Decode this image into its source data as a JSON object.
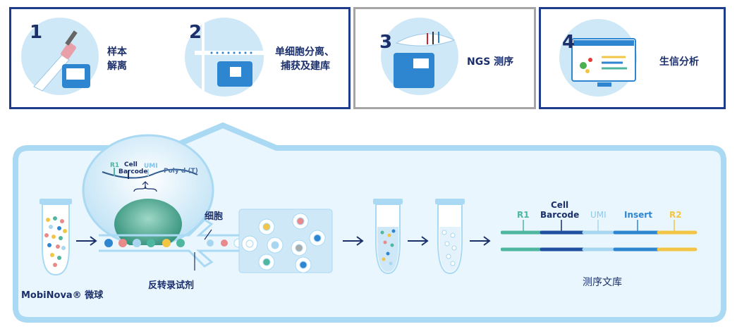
{
  "steps": [
    {
      "num": "1",
      "label_lines": [
        "样本",
        "解离"
      ]
    },
    {
      "num": "2",
      "label_lines": [
        "单细胞分离、",
        "捕获及建库"
      ]
    },
    {
      "num": "3",
      "label_lines": [
        "NGS 测序"
      ]
    },
    {
      "num": "4",
      "label_lines": [
        "生信分析"
      ]
    }
  ],
  "process": {
    "microsphere_label": "MobiNova® 微球",
    "cell_label": "细胞",
    "reagent_label": "反转录试剂",
    "library_label": "测序文库"
  },
  "bead_sequence": {
    "r1": "R1",
    "cell": "Cell",
    "barcode": "Barcode",
    "umi": "UMI",
    "polyd": "Poly d (T)"
  },
  "library_segments": {
    "r1": "R1",
    "cell": "Cell",
    "barcode": "Barcode",
    "umi": "UMI",
    "insert": "Insert",
    "r2": "R2"
  },
  "colors": {
    "navy": "#1b2f6b",
    "box_border": "#1f3c8c",
    "gray_border": "#a5a5a5",
    "light_blue": "#cfe8f7",
    "panel_border": "#a9d9f3",
    "teal": "#4fb6a0",
    "dark_blue": "#1f4fa0",
    "pale_blue": "#a8d6f0",
    "mid_blue": "#2e86d1",
    "yellow": "#f3c546"
  }
}
